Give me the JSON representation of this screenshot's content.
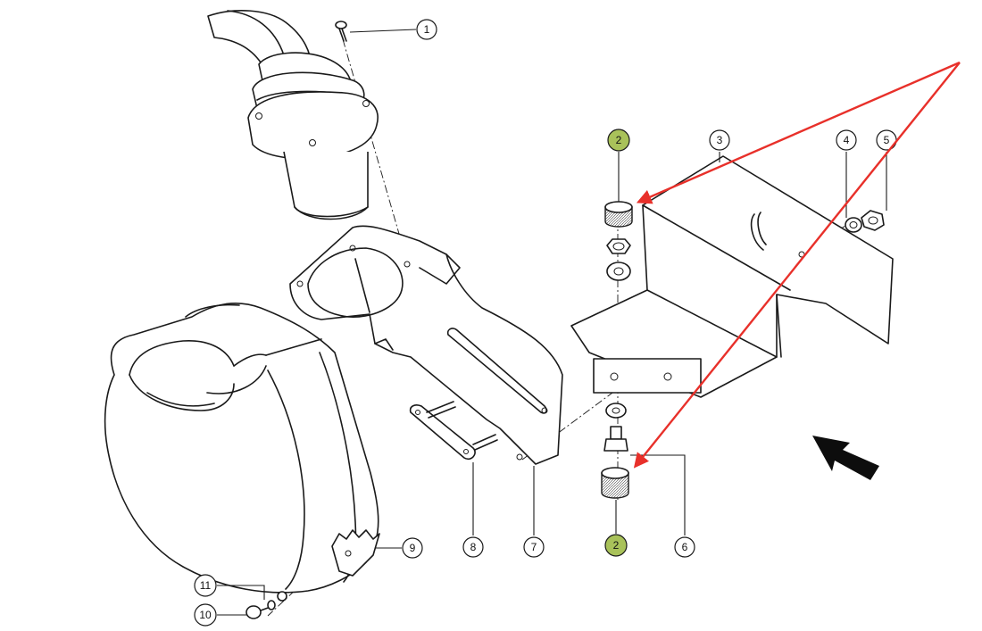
{
  "diagram": {
    "callouts": {
      "c1": "1",
      "c2_top": "2",
      "c2_bottom": "2",
      "c3": "3",
      "c4": "4",
      "c5": "5",
      "c6": "6",
      "c7": "7",
      "c8": "8",
      "c9": "9",
      "c10": "10",
      "c11": "11"
    },
    "colors": {
      "highlight": "#a9c25a",
      "annotation_arrow": "#e8302a",
      "line": "#1a1a1a"
    }
  }
}
